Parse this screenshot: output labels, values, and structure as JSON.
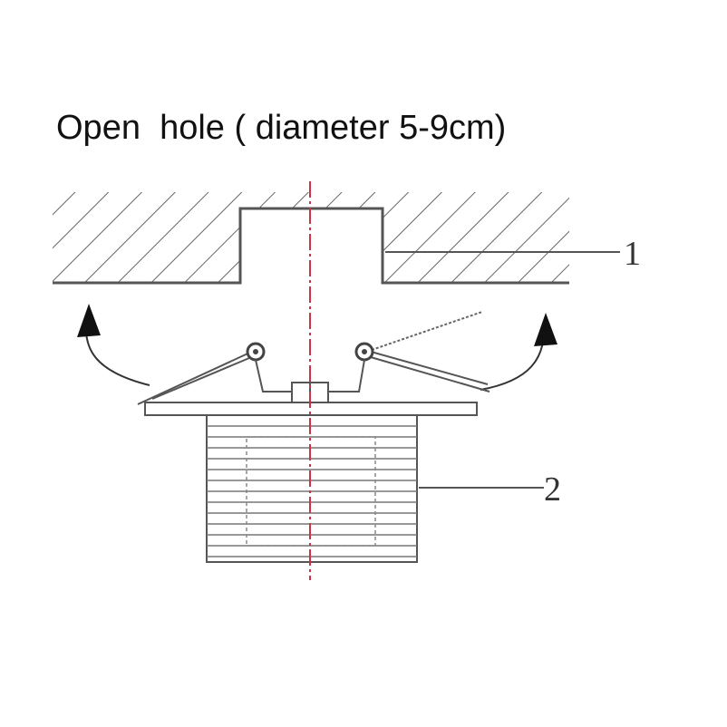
{
  "title": "Open  hole ( diameter 5-9cm)",
  "labels": {
    "ceiling": "1",
    "fixture": "2"
  },
  "colors": {
    "line": "#555555",
    "hatch": "#666666",
    "centerline": "#cc3344",
    "arrow": "#111111"
  }
}
